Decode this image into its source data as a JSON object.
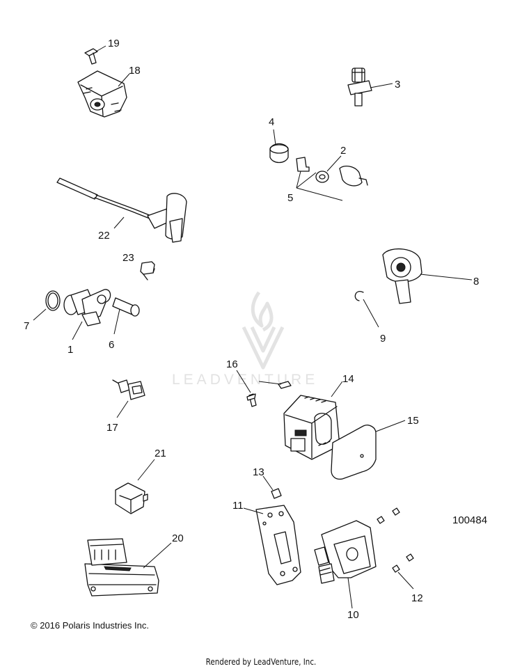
{
  "diagram": {
    "drawing_number": "100484",
    "copyright": "© 2016 Polaris Industries Inc.",
    "footer": "Rendered by LeadVenture, Inc.",
    "watermark_text": "LEADVENTURE",
    "callouts": {
      "c1": "1",
      "c2": "2",
      "c3": "3",
      "c4": "4",
      "c5": "5",
      "c6": "6",
      "c7": "7",
      "c8": "8",
      "c9": "9",
      "c10": "10",
      "c11": "11",
      "c12": "12",
      "c13": "13",
      "c14": "14",
      "c15": "15",
      "c16": "16",
      "c17": "17",
      "c18": "18",
      "c19": "19",
      "c20": "20",
      "c21": "21",
      "c22": "22",
      "c23": "23"
    }
  }
}
